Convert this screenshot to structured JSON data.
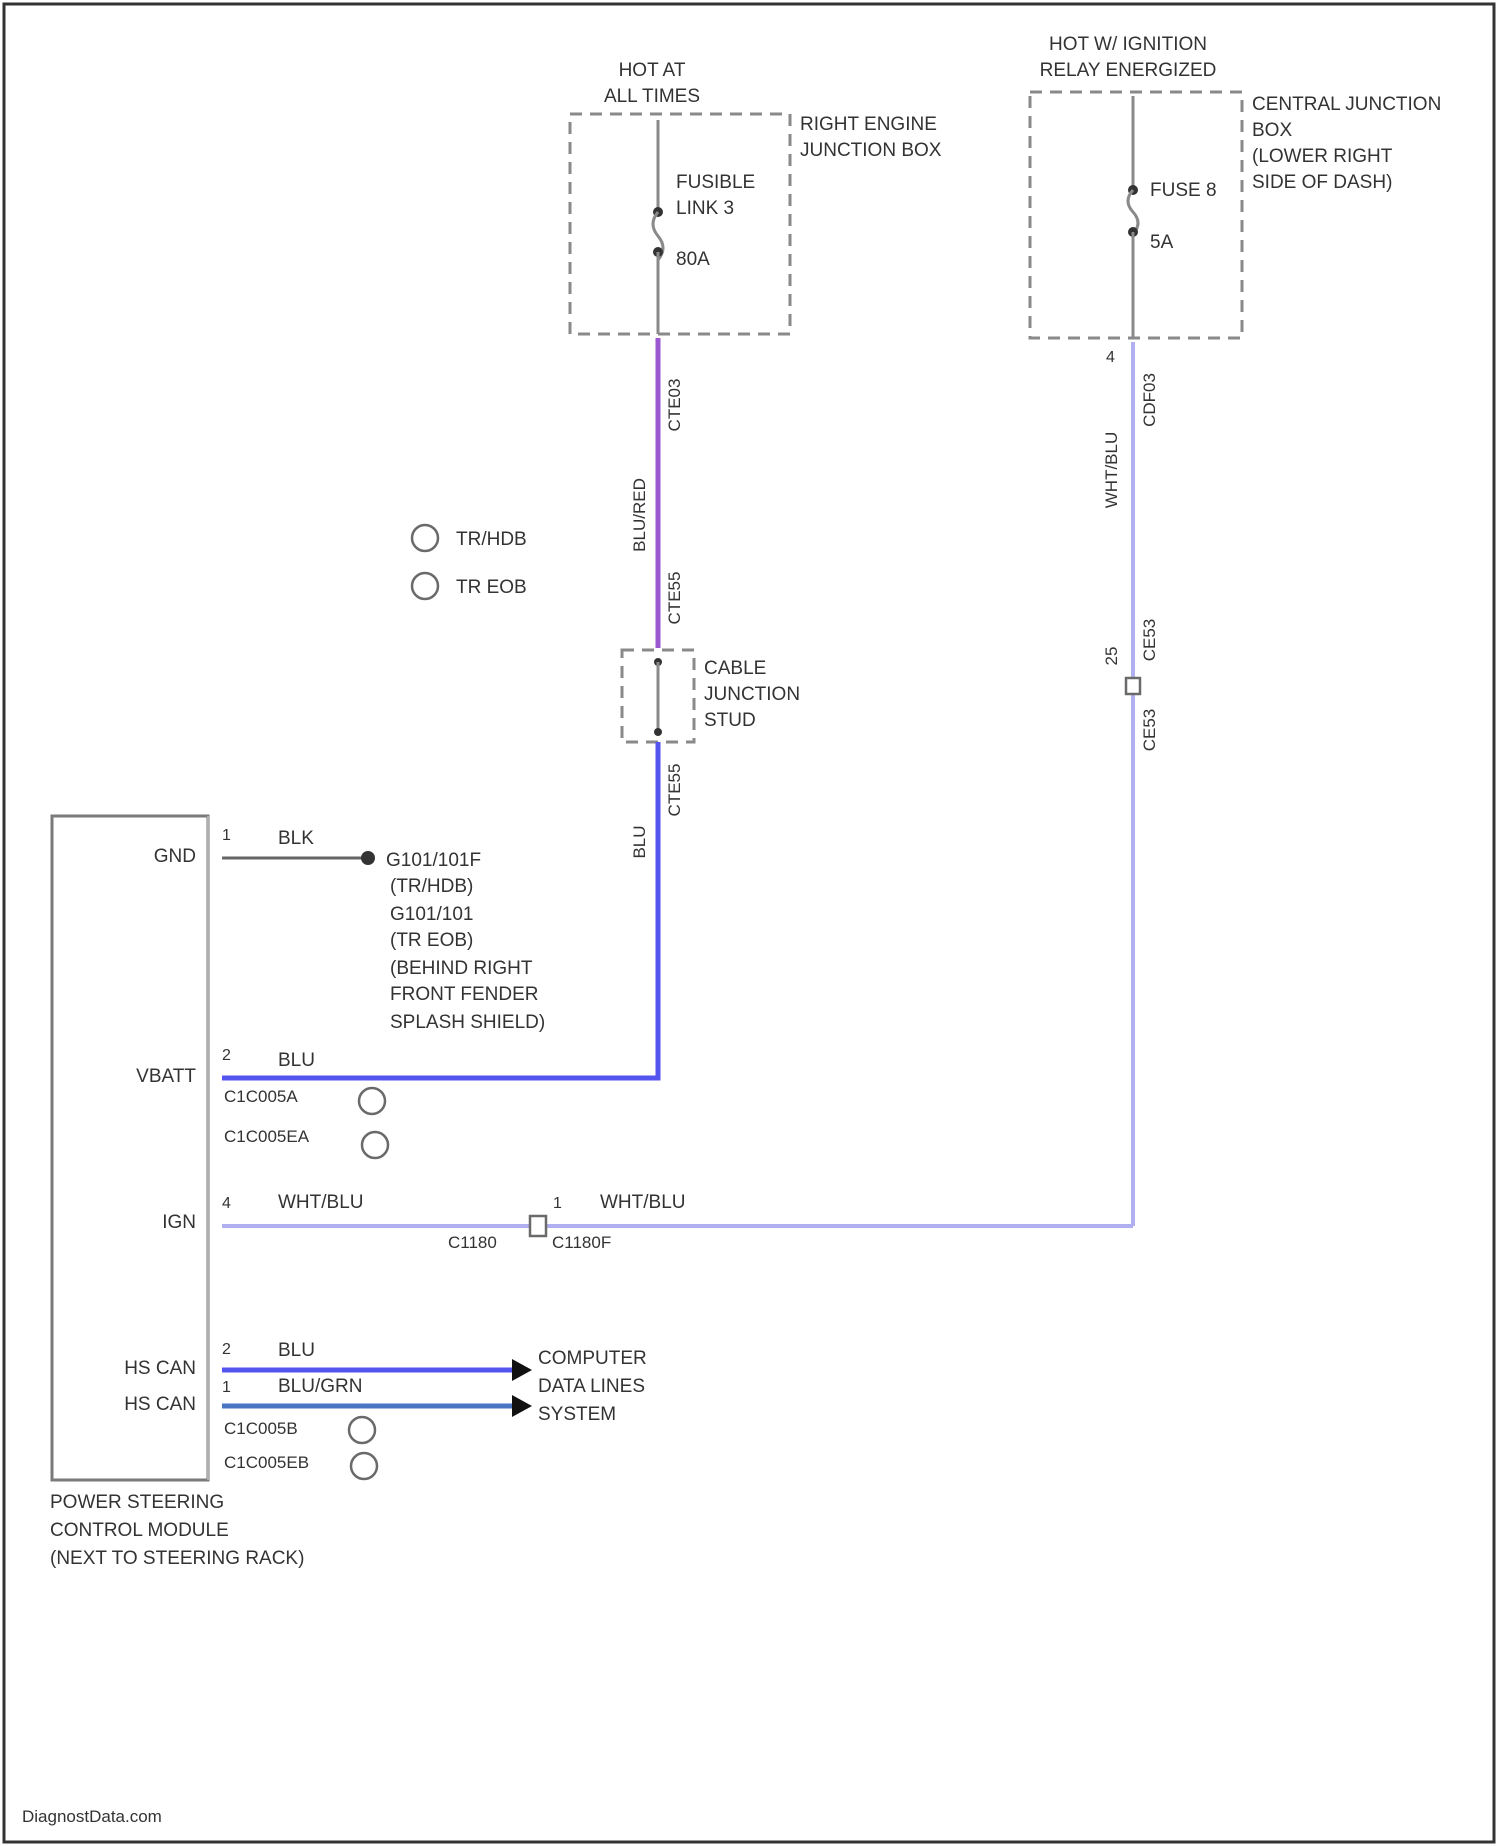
{
  "diagram": {
    "sources": {
      "hot_at_all_times": [
        "HOT AT",
        "ALL TIMES"
      ],
      "hot_w_ignition": [
        "HOT W/ IGNITION",
        "RELAY ENERGIZED"
      ]
    },
    "right_engine_junction_box": {
      "label": [
        "RIGHT ENGINE",
        "JUNCTION BOX"
      ],
      "fuse_name": [
        "FUSIBLE",
        "LINK 3"
      ],
      "fuse_rating": "80A"
    },
    "central_junction_box": {
      "label": [
        "CENTRAL JUNCTION",
        "BOX",
        "(LOWER RIGHT",
        "SIDE OF DASH)"
      ],
      "fuse_name": "FUSE 8",
      "fuse_rating": "5A",
      "pin": "4"
    },
    "wire_labels": {
      "red_color": "BLU/RED",
      "red_circuit": "CTE03",
      "red_lower_circuit": "CTE55",
      "blu_circuit": "CTE55",
      "blu_color": "BLU",
      "wht_color": "WHT/BLU",
      "wht_circuit": "CDF03",
      "wht_lower_circuit_a": "CE53",
      "wht_lower_circuit_b": "CE53",
      "wht_pin": "25"
    },
    "cable_junction_stud": {
      "label": [
        "CABLE",
        "JUNCTION",
        "STUD"
      ]
    },
    "variants": {
      "tr_hdb": "TR/HDB",
      "tr_eob": "TR EOB"
    },
    "module": {
      "name": [
        "POWER STEERING",
        "CONTROL MODULE",
        "(NEXT TO STEERING RACK)"
      ],
      "pins": [
        {
          "label": "GND",
          "num": "1"
        },
        {
          "label": "VBATT",
          "num": "2"
        },
        {
          "label": "IGN",
          "num": "4"
        },
        {
          "label": "HS CAN",
          "num": "2"
        },
        {
          "label": "HS CAN",
          "num": "1"
        }
      ],
      "connectors": [
        "C1C005A",
        "C1C005EA",
        "C1C005B",
        "C1C005EB"
      ]
    },
    "ground": {
      "wire_color": "BLK",
      "label": [
        "G101/101F",
        "(TR/HDB)",
        "G101/101",
        "(TR EOB)",
        "(BEHIND RIGHT",
        "FRONT FENDER",
        "SPLASH SHIELD)"
      ]
    },
    "ign_wire": {
      "color_left": "WHT/BLU",
      "pin_right": "1",
      "color_right": "WHT/BLU",
      "connector_left": "C1180",
      "connector_right": "C1180F"
    },
    "can_wires": {
      "upper_color": "BLU",
      "lower_color": "BLU/GRN",
      "destination": [
        "COMPUTER",
        "DATA LINES",
        "SYSTEM"
      ]
    },
    "watermark": "DiagnostData.com",
    "colors": {
      "red_wire": "#9c58d0",
      "blu_wire": "#5454ee",
      "wht_wire": "#b0b0f0",
      "grn_wire": "#4a74c4"
    }
  }
}
